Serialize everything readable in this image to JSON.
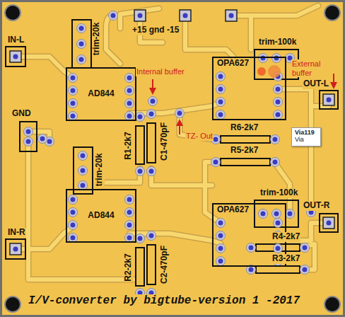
{
  "diagram": {
    "caption": "I/V-converter by bigtube-version 1 -2017",
    "nodes": [
      {
        "text": [
          "AD844"
        ]
      },
      {
        "text": [
          "OPA627"
        ]
      },
      {
        "text": [
          "Via119",
          "Via"
        ]
      },
      {
        "text": [
          "AD844"
        ]
      },
      {
        "text": [
          "OPA627"
        ]
      }
    ],
    "labels": [
      "IN-L",
      "trim-20k",
      "+15 gnd -15",
      "trim-100k",
      "Internal buffer",
      "External buffer",
      "OUT-L",
      "GND",
      "TZ- Out",
      "R1-2k7",
      "C1-470pF",
      "R6-2k7",
      "R5-2k7",
      "trim-20k",
      "trim-100k",
      "OUT-R",
      "IN-R",
      "R4-2k7",
      "R3-2k7",
      "R2-2k7",
      "C2-470pF"
    ]
  }
}
